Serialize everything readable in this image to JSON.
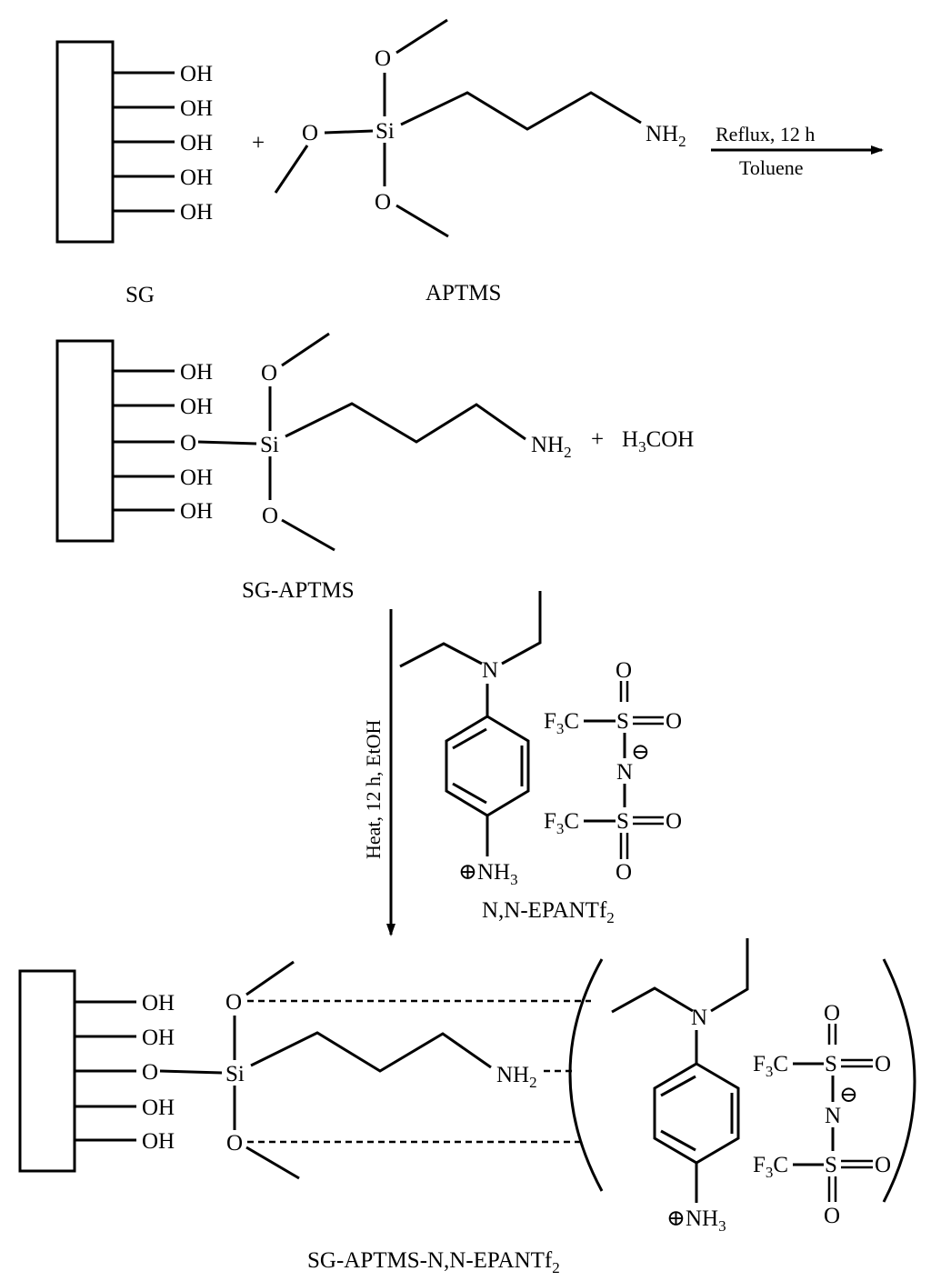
{
  "labels": {
    "oh": "OH",
    "o": "O",
    "si": "Si",
    "n": "N",
    "s": "S",
    "plus": "+",
    "nh2_main": "NH",
    "nh2_sub": "2",
    "nh3_main": "NH",
    "nh3_sub": "3",
    "f3c_f": "F",
    "f3c_sub": "3",
    "f3c_c": "C",
    "h3coh_h": "H",
    "h3coh_sub": "3",
    "h3coh_rest": "COH",
    "pos_charge": "⊕",
    "neg_charge": "⊖"
  },
  "compounds": {
    "sg": "SG",
    "aptms": "APTMS",
    "sg_aptms": "SG-APTMS",
    "il_main": "N,N-EPANTf",
    "il_sub": "2",
    "product_main": "SG-APTMS-N,N-EPANTf",
    "product_sub": "2"
  },
  "conditions": {
    "step1_above": "Reflux, 12 h",
    "step1_below": "Toluene",
    "step2": "Heat, 12 h, EtOH"
  }
}
